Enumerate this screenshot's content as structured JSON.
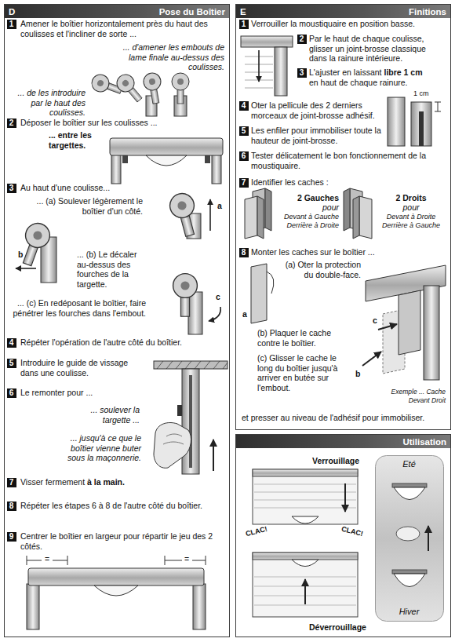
{
  "diagram": {
    "nodes": [
      {
        "text": [
          "D",
          "Pose du Boîtier"
        ]
      },
      {
        "text": [
          "1"
        ],
        "in": 0
      },
      {
        "text": [
          "2"
        ],
        "in": 0
      },
      {
        "text": [
          "3"
        ],
        "in": 0
      },
      {
        "text": [
          "4"
        ],
        "in": 0
      },
      {
        "text": [
          "5"
        ],
        "in": 0
      },
      {
        "text": [
          "6"
        ],
        "in": 0
      },
      {
        "text": [
          "7"
        ],
        "in": 0
      },
      {
        "text": [
          "8"
        ],
        "in": 0
      },
      {
        "text": [
          "9"
        ],
        "in": 0
      },
      {
        "text": [
          "E",
          "Finitions"
        ]
      },
      {
        "text": [
          "1"
        ],
        "in": 10
      },
      {
        "text": [
          "2"
        ],
        "in": 10
      },
      {
        "text": [
          "3"
        ],
        "in": 10
      },
      {
        "text": [
          "4"
        ],
        "in": 10
      },
      {
        "text": [
          "5"
        ],
        "in": 10
      },
      {
        "text": [
          "6"
        ],
        "in": 10
      },
      {
        "text": [
          "7"
        ],
        "in": 10
      },
      {
        "text": [
          "8"
        ],
        "in": 10
      },
      {
        "text": [
          "Utilisation"
        ]
      },
      {
        "text": [
          "Eté",
          "Hiver"
        ],
        "in": 19
      }
    ],
    "labels": [
      "Amener le boîtier horizontalement près du haut des coulisses et l'incliner de sorte ...",
      "... d'amener les embouts de lame finale au-dessus des coulisses.",
      "... de les introduire par le haut des coulisses.",
      "Déposer le boîtier sur les coulisses ...",
      "... entre les targettes.",
      "Au haut d'une coulisse...",
      "... (a) Soulever légèrement le boîtier d'un côté.",
      "a",
      "b",
      "... (b) Le décaler au-dessus des fourches de la targette.",
      "... (c) En redéposant le boîtier, faire pénétrer les fourches dans l'embout.",
      "c",
      "Répéter l'opération de l'autre côté du boîtier.",
      "Introduire le guide de vissage dans une coulisse.",
      "Le remonter pour ...",
      "... soulever la targette ...",
      "... jusqu'à ce que le boîtier vienne buter sous la maçonnerie.",
      "Visser fermement",
      "à la main.",
      "Répéter les étapes 6 à 8 de l'autre côté du boîtier.",
      "Centrer le boîtier en largeur pour répartir le jeu des 2 côtés.",
      "=",
      "=",
      "Verrouiller la moustiquaire en position basse.",
      "Par le haut de chaque coulisse, glisser un joint-brosse classique dans la rainure intérieure.",
      "L'ajuster en laissant",
      "libre 1 cm",
      "en haut de chaque rainure.",
      "1 cm",
      "Oter la pellicule des 2 derniers morceaux de joint-brosse adhésif.",
      "Les enfiler pour immobiliser toute la hauteur de joint-brosse.",
      "Tester délicatement le bon fonctionnement de la moustiquaire.",
      "Identifier les caches :",
      "2 Gauches",
      "pour",
      "Devant à Gauche",
      "Derrière à Droite",
      "2 Droits",
      "pour",
      "Devant à Droite",
      "Derrière à Gauche",
      "Monter les caches sur le boîtier ...",
      "(a) Oter la protection du double-face.",
      "a",
      "(b) Plaquer le cache contre le boîtier.",
      "(c) Glisser le cache le long du boîtier jusqu'à arriver en butée sur l'embout.",
      "b",
      "c",
      "Exemple ... Cache Devant Droit",
      "et presser au niveau de l'adhésif pour immobiliser.",
      "Verrouillage",
      "CLAC!",
      "CLAC!",
      "Déverrouillage"
    ]
  }
}
